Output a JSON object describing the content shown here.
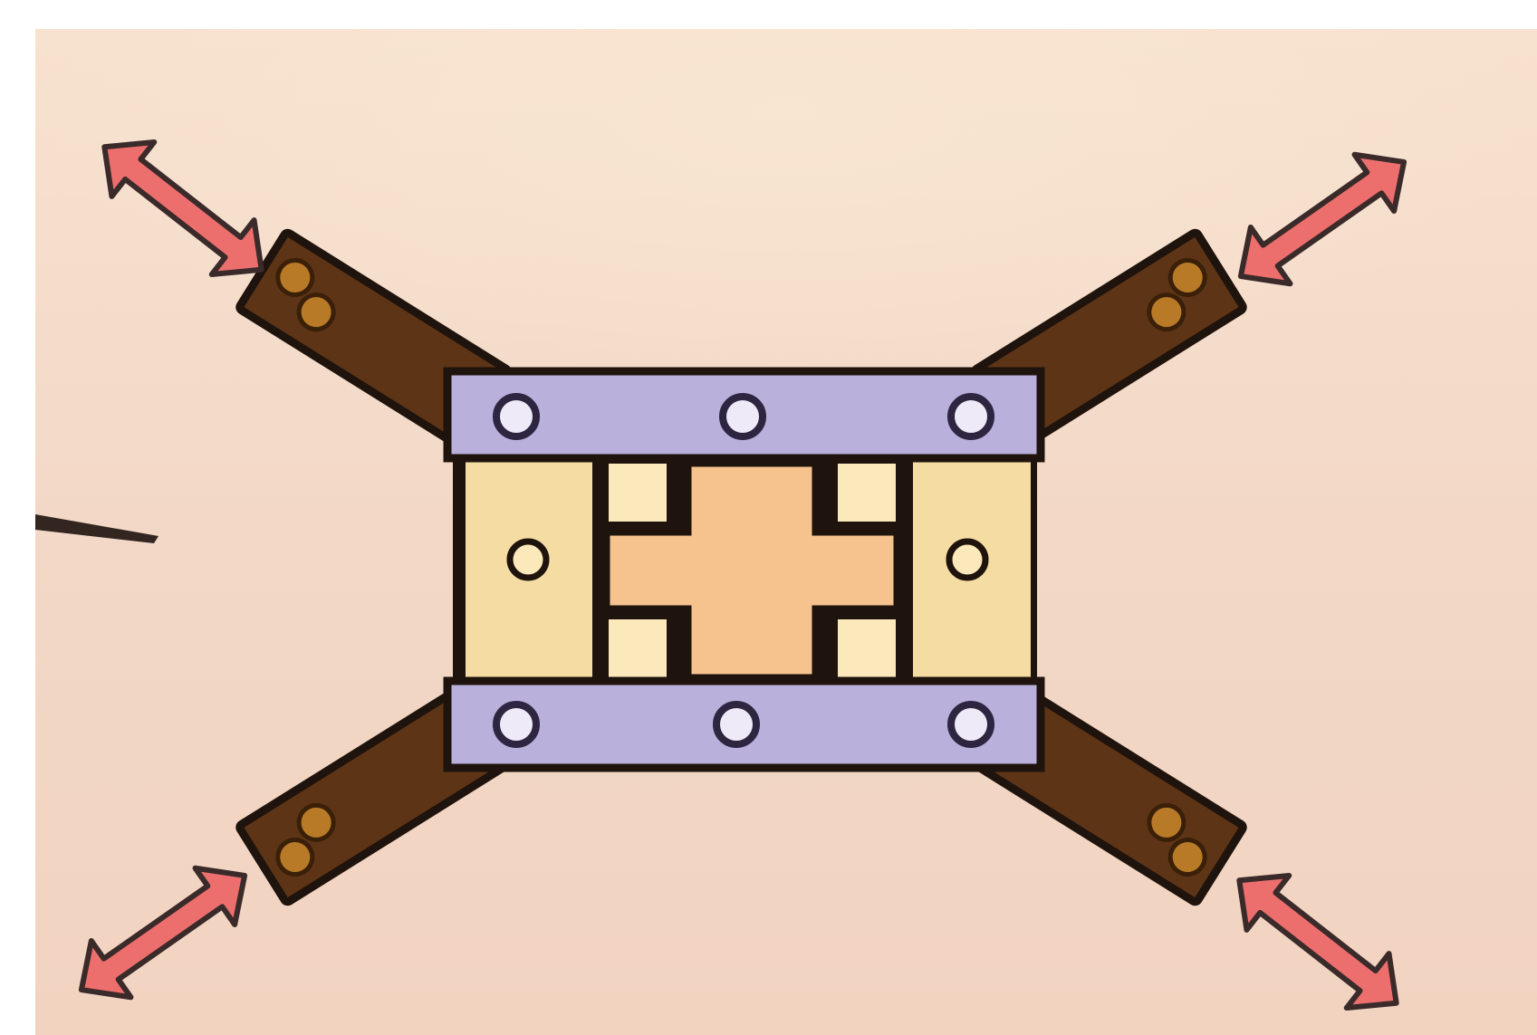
{
  "diagram": {
    "colors": {
      "page": "#ffffff",
      "background": "#f6dcc8",
      "outline": "#1e130d",
      "arrow": "#ec6f6d",
      "arm": "#5e3416",
      "arm_bolt": "#b87a27",
      "plate": "#b9b0dc",
      "plate_bolt": "#efeaf8",
      "side_block": "#f5dca2",
      "center_cross": "#f6c38e",
      "corner_block": "#fbe9bb"
    },
    "arrows": [
      {
        "name": "arrow-top-left",
        "direction": "diagonal"
      },
      {
        "name": "arrow-top-right",
        "direction": "diagonal"
      },
      {
        "name": "arrow-bottom-left",
        "direction": "diagonal"
      },
      {
        "name": "arrow-bottom-right",
        "direction": "diagonal"
      }
    ]
  }
}
